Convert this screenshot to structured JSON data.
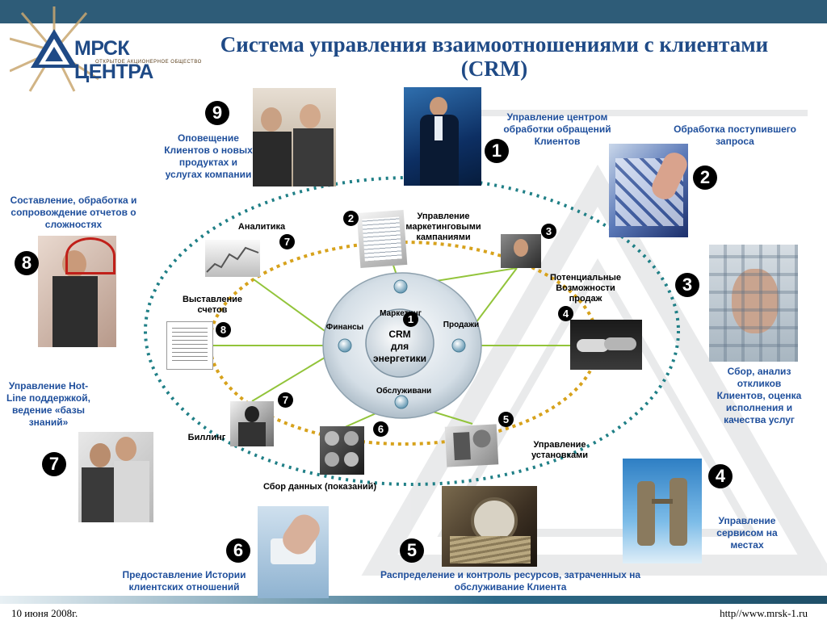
{
  "title": "Система управления взаимоотношениями с клиентами (CRM)",
  "logo": {
    "text": "МРСК ЦЕНТРА",
    "subtitle": "ОТКРЫТОЕ АКЦИОНЕРНОЕ ОБЩЕСТВО"
  },
  "footer": {
    "date": "10 июня 2008г.",
    "url": "http//www.mrsk-1.ru"
  },
  "center": {
    "line1": "CRM",
    "line2": "для",
    "line3": "энергетики",
    "badge": "1"
  },
  "inner_labels": {
    "marketing": "Маркетинг",
    "finance": "Финансы",
    "sales": "Продажи",
    "service": "Обслуживани"
  },
  "outer": [
    {
      "num": "1",
      "text": "Управление центром обработки обращений Клиентов"
    },
    {
      "num": "2",
      "text": "Обработка поступившего запроса"
    },
    {
      "num": "3",
      "text": "Сбор, анализ откликов Клиентов, оценка исполнения и качества услуг"
    },
    {
      "num": "4",
      "text": "Управление сервисом на местах"
    },
    {
      "num": "5",
      "text": "Распределение и контроль ресурсов, затраченных на обслуживание Клиента"
    },
    {
      "num": "6",
      "text": "Предоставление Истории клиентских отношений"
    },
    {
      "num": "7",
      "text": "Управление Hot-Line поддержкой, ведение «базы знаний»"
    },
    {
      "num": "8",
      "text": "Составление, обработка и сопровождение отчетов о сложностях"
    },
    {
      "num": "9",
      "text": "Оповещение Клиентов о новых продуктах и услугах компании"
    }
  ],
  "inner": [
    {
      "num": "2",
      "text": "Управление маркетинговыми кампаниями"
    },
    {
      "num": "3",
      "text": ""
    },
    {
      "num": "4",
      "text": "Потенциальные Возможности продаж"
    },
    {
      "num": "5",
      "text": "Управление установками"
    },
    {
      "num": "6",
      "text": "Сбор данных (показаний)"
    },
    {
      "num": "7",
      "text": "Биллинг"
    },
    {
      "num": "8",
      "text": "Выставление счетов"
    },
    {
      "num": "7",
      "text": "Аналитика"
    }
  ]
}
